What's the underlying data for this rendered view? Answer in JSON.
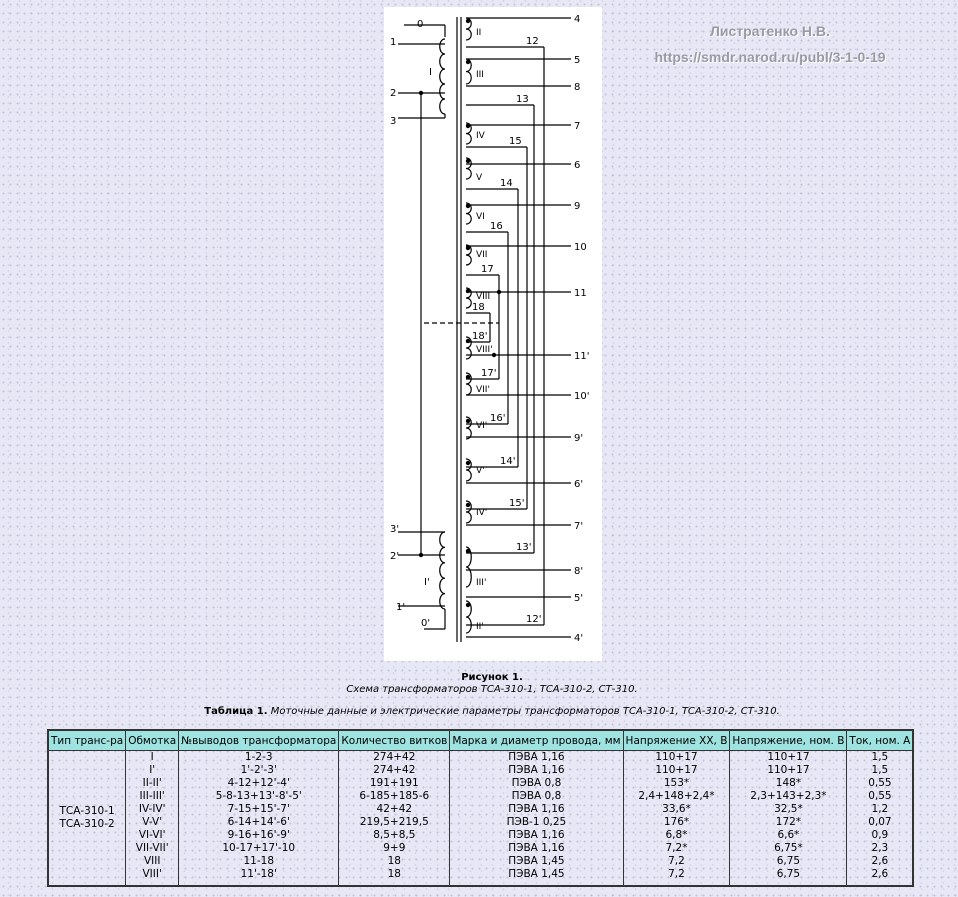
{
  "watermark": {
    "author": "Листратенко Н.В.",
    "url": "https://smdr.narod.ru/publ/3-1-0-19"
  },
  "schematic": {
    "left_labels": [
      "0",
      "1",
      "2",
      "3",
      "3'",
      "2'",
      "1'",
      "0'"
    ],
    "primary_winding_labels": [
      "I",
      "I'"
    ],
    "winding_labels": [
      "II",
      "III",
      "IV",
      "V",
      "VI",
      "VII",
      "VIII",
      "VIII'",
      "VII'",
      "VI'",
      "V'",
      "IV'",
      "III'",
      "II'"
    ],
    "tap_labels": [
      "12",
      "13",
      "15",
      "14",
      "16",
      "17",
      "18",
      "18'",
      "17'",
      "16'",
      "14'",
      "15'",
      "13'",
      "12'"
    ],
    "right_terminals": [
      "4",
      "5",
      "8",
      "7",
      "6",
      "9",
      "10",
      "11",
      "11'",
      "10'",
      "9'",
      "6'",
      "7'",
      "8'",
      "5'",
      "4'"
    ]
  },
  "figure": {
    "title": "Рисунок 1.",
    "subtitle": "Схема трансформаторов ТСА-310-1, ТСА-310-2, СТ-310."
  },
  "table_caption": {
    "label": "Таблица 1.",
    "text": "Моточные данные и электрические параметры трансформаторов ТСА-310-1, ТСА-310-2, СТ-310."
  },
  "table": {
    "headers": [
      "Тип транс-ра",
      "Обмотка",
      "№выводов трансформатора",
      "Количество витков",
      "Марка и диаметр провода, мм",
      "Напряжение ХХ, В",
      "Напряжение, ном. В",
      "Ток, ном. А"
    ],
    "type_names": [
      "ТСА-310-1",
      "ТСА-310-2"
    ],
    "windings": [
      "I",
      "I'",
      "II-II'",
      "III-III'",
      "IV-IV'",
      "V-V'",
      "VI-VI'",
      "VII-VII'",
      "VIII",
      "VIII'"
    ],
    "terminals": [
      "1-2-3",
      "1'-2'-3'",
      "4-12+12'-4'",
      "5-8-13+13'-8'-5'",
      "7-15+15'-7'",
      "6-14+14'-6'",
      "9-16+16'-9'",
      "10-17+17'-10",
      "11-18",
      "11'-18'"
    ],
    "turns": [
      "274+42",
      "274+42",
      "191+191",
      "6-185+185-6",
      "42+42",
      "219,5+219,5",
      "8,5+8,5",
      "9+9",
      "18",
      "18"
    ],
    "wire": [
      "ПЭВА 1,16",
      "ПЭВА 1,16",
      "ПЭВА 0,8",
      "ПЭВА 0,8",
      "ПЭВА 1,16",
      "ПЭВ-1 0,25",
      "ПЭВА 1,16",
      "ПЭВА 1,16",
      "ПЭВА 1,45",
      "ПЭВА 1,45"
    ],
    "voltage_nl": [
      "110+17",
      "110+17",
      "153*",
      "2,4+148+2,4*",
      "33,6*",
      "176*",
      "6,8*",
      "7,2*",
      "7,2",
      "7,2"
    ],
    "voltage_nom": [
      "110+17",
      "110+17",
      "148*",
      "2,3+143+2,3*",
      "32,5*",
      "172*",
      "6,6*",
      "6,75*",
      "6,75",
      "6,75"
    ],
    "current": [
      "1,5",
      "1,5",
      "0,55",
      "0,55",
      "1,2",
      "0,07",
      "0,9",
      "2,3",
      "2,6",
      "2,6"
    ]
  }
}
